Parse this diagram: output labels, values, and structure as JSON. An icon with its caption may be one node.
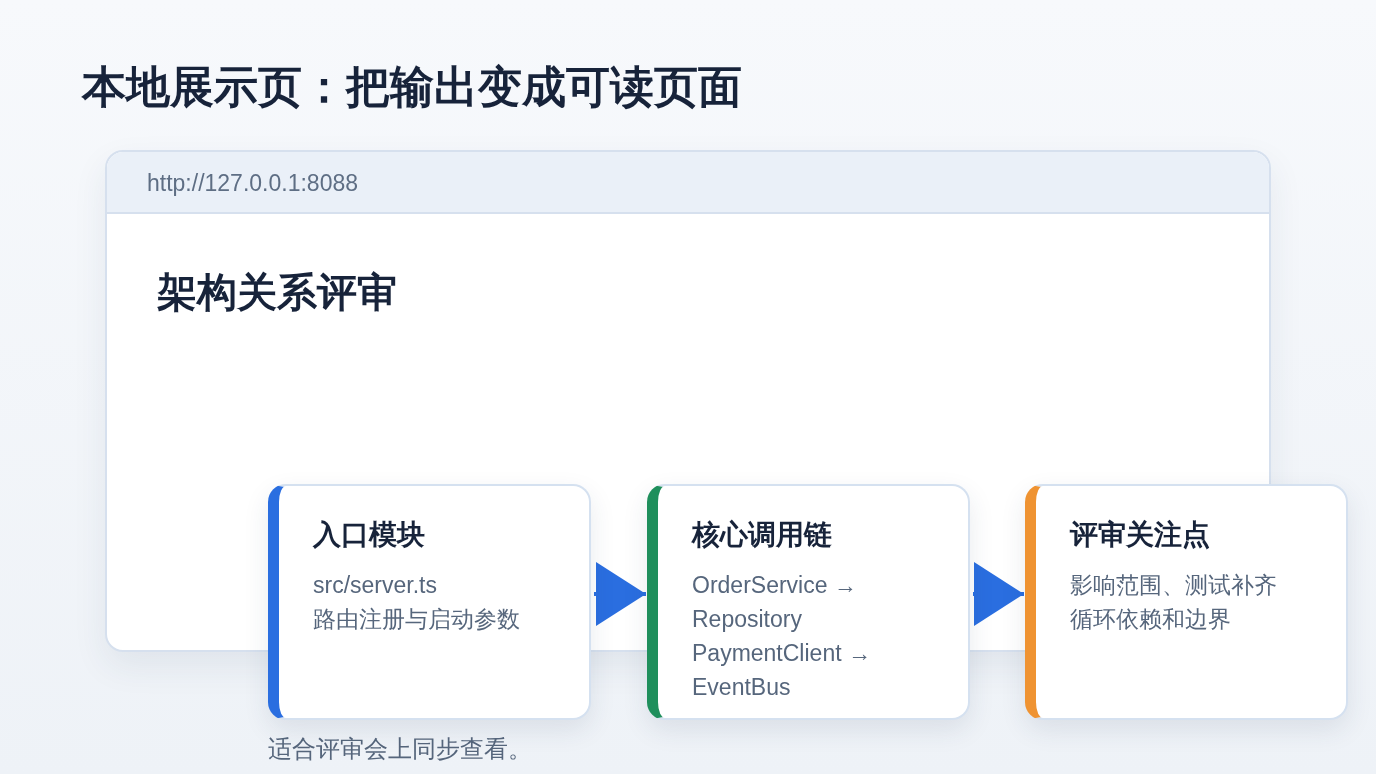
{
  "diagram": {
    "title": "本地展示页：把输出变成可读页面",
    "nodes": [
      {
        "text": [
          "架构关系评审"
        ]
      },
      {
        "text": [
          "http://127.0.0.1:8088"
        ],
        "in": 0
      },
      {
        "text": [
          "入口模块",
          "src/server.ts",
          "路由注册与启动参数"
        ]
      },
      {
        "text": [
          "核心调用链",
          "OrderService → Repository",
          "PaymentClient → EventBus"
        ]
      },
      {
        "text": [
          "评审关注点",
          "影响范围、测试补齐",
          "循环依赖和边界"
        ]
      }
    ],
    "edges": [
      {
        "from": 2,
        "to": 3,
        "arrow": "to"
      },
      {
        "from": 3,
        "to": 4,
        "arrow": "to"
      }
    ],
    "caption": "适合评审会上同步查看。"
  }
}
